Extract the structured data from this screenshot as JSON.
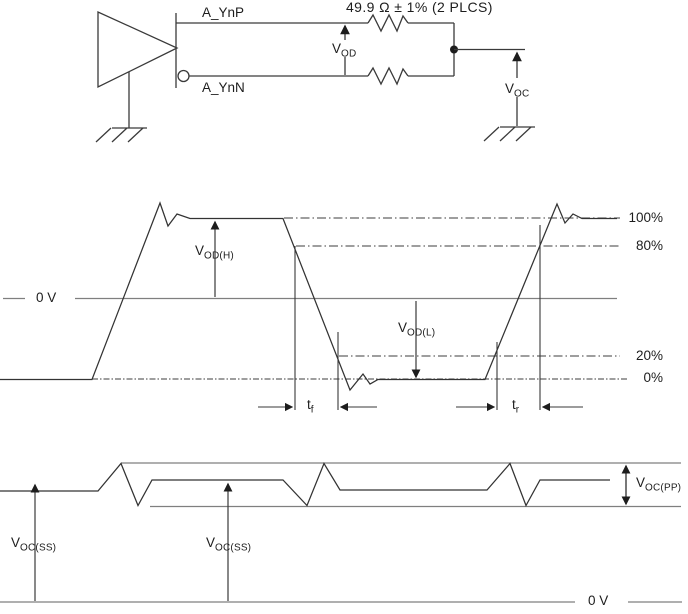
{
  "figure": {
    "description": "Differential driver test circuit and output voltage waveforms",
    "colors": {
      "ink": "#2b2b2b",
      "gray_line": "#7f7f7f",
      "dash_line": "#3c3c3c"
    }
  },
  "circuit": {
    "output_p_label": "A_YnP",
    "output_n_label": "A_YnN",
    "resistor_label": "49.9 Ω ±  1% (2 PLCS)",
    "vod": {
      "base": "V",
      "sub": "OD"
    },
    "voc": {
      "base": "V",
      "sub": "OC"
    }
  },
  "vod_waveform": {
    "zero_v_label": "0 V",
    "pct_100": "100%",
    "pct_80": "80%",
    "pct_20": "20%",
    "pct_0": "0%",
    "vod_h": {
      "base": "V",
      "sub": "OD(H)"
    },
    "vod_l": {
      "base": "V",
      "sub": "OD(L)"
    },
    "t_fall": {
      "base": "t",
      "sub": "f"
    },
    "t_rise": {
      "base": "t",
      "sub": "r"
    }
  },
  "voc_waveform": {
    "voc_ss_left": {
      "base": "V",
      "sub": "OC(SS)"
    },
    "voc_ss_mid": {
      "base": "V",
      "sub": "OC(SS)"
    },
    "voc_pp": {
      "base": "V",
      "sub": "OC(PP)"
    },
    "zero_v_label": "0 V"
  }
}
